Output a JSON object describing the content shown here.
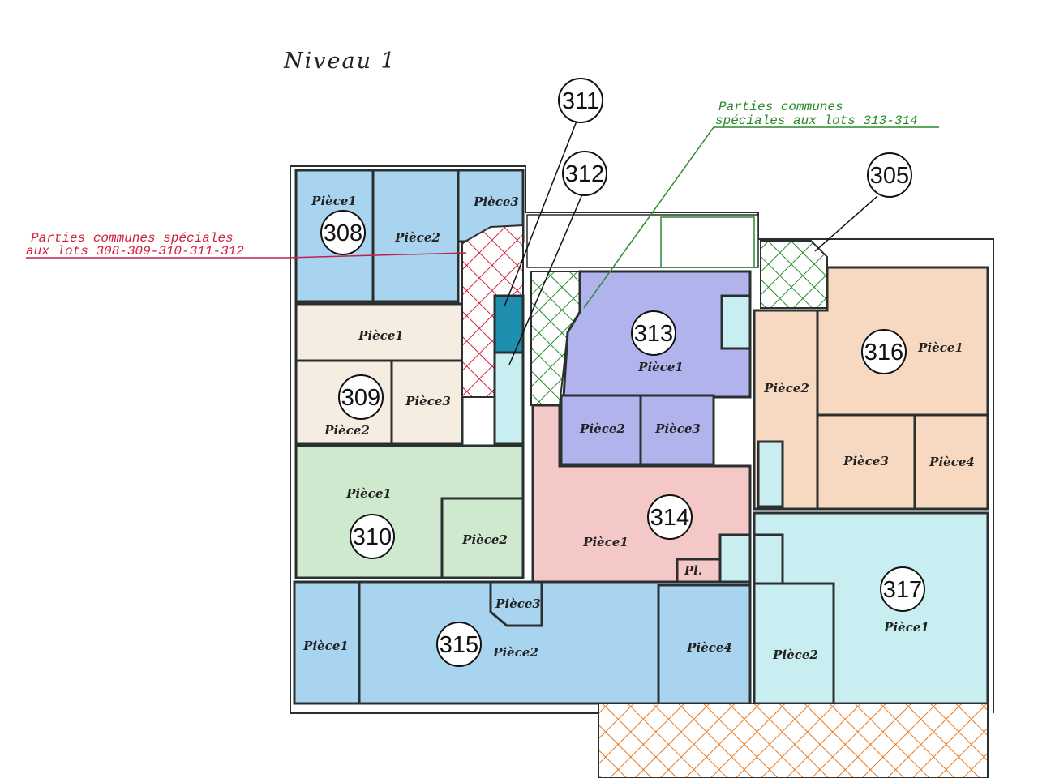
{
  "title": "Niveau 1",
  "annotations": {
    "red_line1": "Parties communes spéciales",
    "red_line2": "aux lots 308-309-310-311-312",
    "green_line1": "Parties communes",
    "green_line2": "spéciales aux lots 313-314"
  },
  "colors": {
    "blue": "#a9d4f0",
    "cream": "#f6ede2",
    "green": "#cfe9cf",
    "purple": "#b1b4ec",
    "pink": "#f4c8c6",
    "peach": "#f7d8c0",
    "cyan": "#c9eef2",
    "teal": "#1f8fb0",
    "red_hatch": "#d0203a",
    "green_hatch": "#2a8a2a",
    "orange_hatch": "#e8781e"
  },
  "lots": {
    "l305": {
      "number": "305"
    },
    "l308": {
      "number": "308",
      "rooms": [
        "Pièce1",
        "Pièce2",
        "Pièce3"
      ]
    },
    "l309": {
      "number": "309",
      "rooms": [
        "Pièce1",
        "Pièce2",
        "Pièce3"
      ]
    },
    "l310": {
      "number": "310",
      "rooms": [
        "Pièce1",
        "Pièce2"
      ]
    },
    "l311": {
      "number": "311"
    },
    "l312": {
      "number": "312"
    },
    "l313": {
      "number": "313",
      "rooms": [
        "Pièce1",
        "Pièce2",
        "Pièce3"
      ]
    },
    "l314": {
      "number": "314",
      "rooms": [
        "Pièce1",
        "Pl."
      ]
    },
    "l315": {
      "number": "315",
      "rooms": [
        "Pièce1",
        "Pièce2",
        "Pièce3",
        "Pièce4"
      ]
    },
    "l316": {
      "number": "316",
      "rooms": [
        "Pièce1",
        "Pièce2",
        "Pièce3",
        "Pièce4"
      ]
    },
    "l317": {
      "number": "317",
      "rooms": [
        "Pièce1",
        "Pièce2"
      ]
    }
  }
}
